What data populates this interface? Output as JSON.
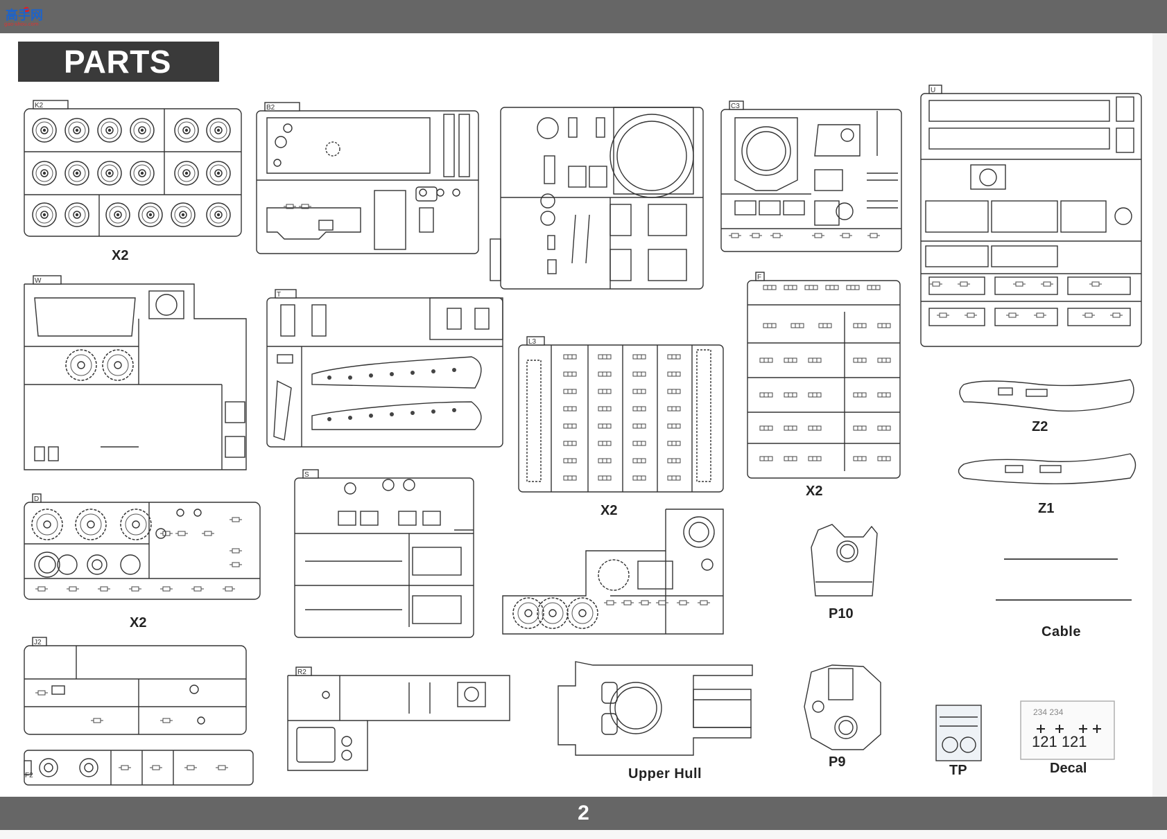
{
  "header": {
    "watermark_text": "高手网",
    "watermark_sub": "gao-shou.com",
    "title": "PARTS"
  },
  "labels": {
    "k2": "X2",
    "d": "X2",
    "l3": "X2",
    "f": "X2",
    "z2": "Z2",
    "z1": "Z1",
    "p10": "P10",
    "cable": "Cable",
    "upper_hull": "Upper Hull",
    "p9": "P9",
    "tp": "TP",
    "decal": "Decal"
  },
  "sprue_tags": {
    "k2": "K2",
    "b2": "B2",
    "c3": "C3",
    "u": "U",
    "w": "W",
    "t": "T",
    "l3": "L3",
    "f": "F",
    "d": "D",
    "s": "S",
    "j2": "J2",
    "r2": "R2",
    "f2": "F2"
  },
  "decal_sheet": {
    "row1": "234 234",
    "row3": "121 121"
  },
  "footer": {
    "page_number": "2"
  }
}
